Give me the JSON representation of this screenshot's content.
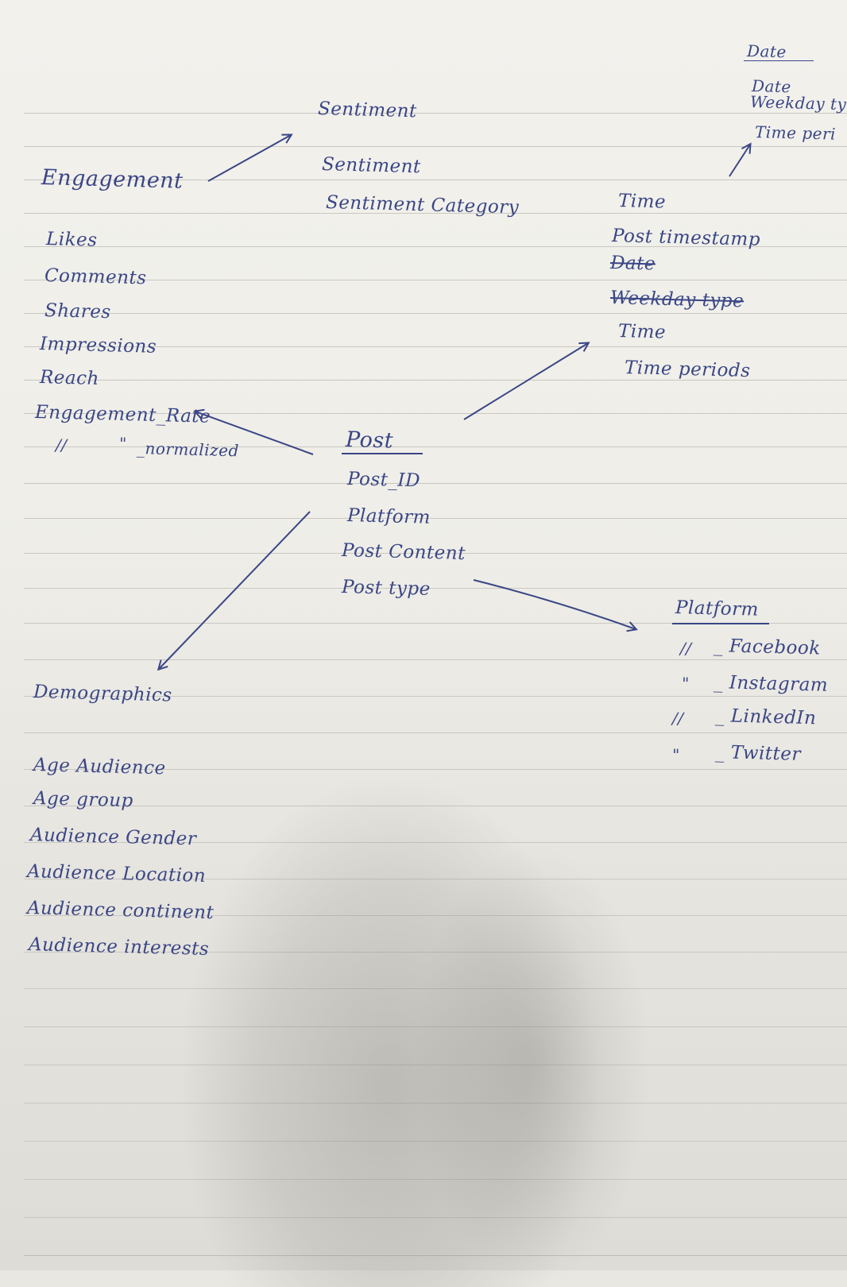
{
  "colors": {
    "ink": "#3a4686",
    "paper": "#f2f1ec",
    "rule": "#c9c7c2"
  },
  "post": {
    "title": "Post",
    "items": [
      "Post_ID",
      "Platform",
      "Post Content",
      "Post type"
    ]
  },
  "engagement": {
    "title": "Engagement",
    "items": [
      "Likes",
      "Comments",
      "Shares",
      "Impressions",
      "Reach",
      "Engagement_Rate"
    ],
    "normalized_ditto": "//",
    "normalized_ditto_2": "\"",
    "normalized_label": "_normalized"
  },
  "sentiment": {
    "title": "Sentiment",
    "items": [
      "Sentiment",
      "Sentiment Category"
    ]
  },
  "time": {
    "title": "Time",
    "items": [
      "Post timestamp",
      "Date",
      "Weekday type",
      "Time",
      "Time periods"
    ]
  },
  "date": {
    "title": "Date",
    "items": [
      "Date",
      "Weekday ty",
      "Time peri"
    ]
  },
  "platform": {
    "title": "Platform",
    "items": [
      {
        "ditto": "//",
        "label": "_ Facebook"
      },
      {
        "ditto": "\"",
        "label": "_ Instagram"
      },
      {
        "ditto": "//",
        "label": "_ LinkedIn"
      },
      {
        "ditto": "\"",
        "label": "_ Twitter"
      }
    ]
  },
  "demographics": {
    "title": "Demographics",
    "items": [
      "Age Audience",
      "Age group",
      "Audience Gender",
      "Audience Location",
      "Audience continent",
      "Audience interests"
    ]
  }
}
